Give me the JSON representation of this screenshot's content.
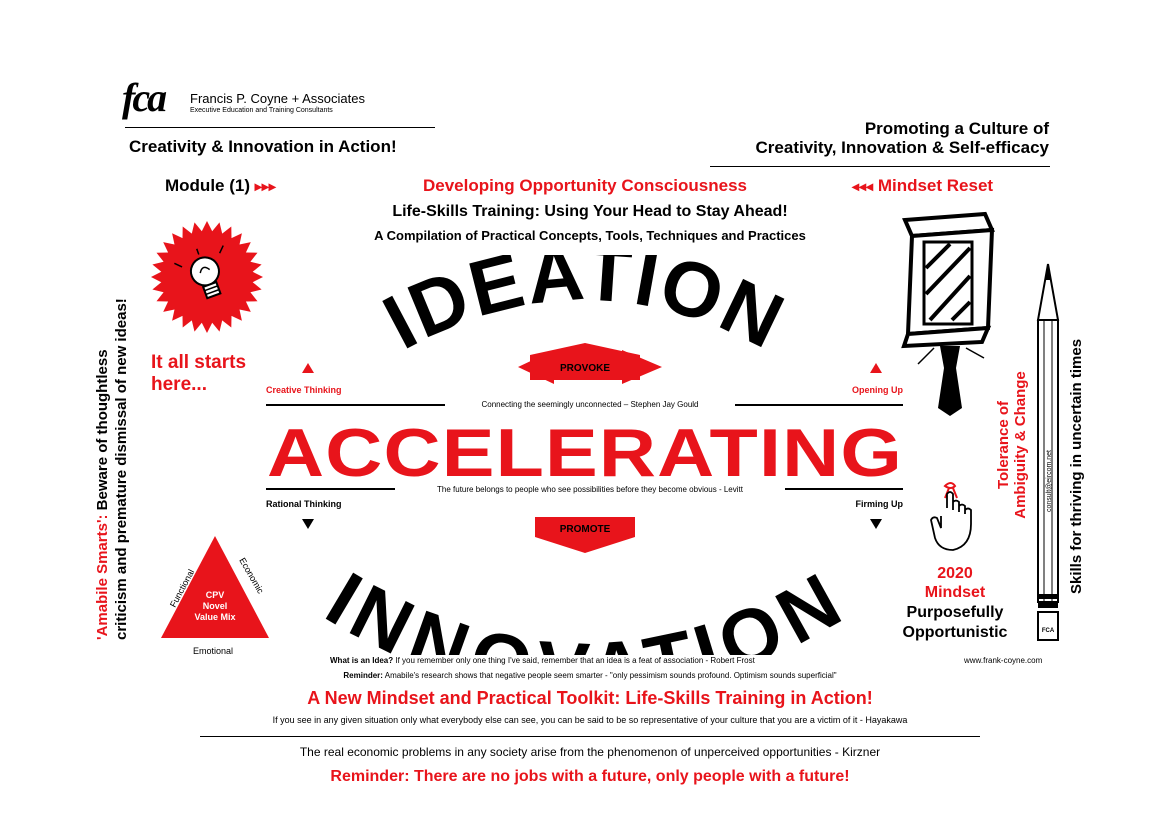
{
  "logo": {
    "mark": "fca",
    "company": "Francis P. Coyne + Associates",
    "tagline": "Executive Education and Training Consultants"
  },
  "header": {
    "left_title": "Creativity & Innovation in Action!",
    "right_line1": "Promoting a Culture of",
    "right_line2": "Creativity, Innovation & Self-efficacy"
  },
  "module": {
    "label": "Module (1)",
    "arrows_right": "▸▸▸",
    "title": "Developing Opportunity Consciousness",
    "arrows_left": "◂◂◂",
    "reset": "Mindset Reset"
  },
  "subtitle1": "Life-Skills Training: Using Your Head to Stay Ahead!",
  "subtitle2": "A Compilation of Practical Concepts, Tools, Techniques and Practices",
  "main": {
    "top_word": "IDEATION",
    "bottom_word": "INNOVATION",
    "center_word": "ACCELERATING",
    "provoke": "PROVOKE",
    "promote": "PROMOTE",
    "creative_thinking": "Creative Thinking",
    "opening_up": "Opening Up",
    "rational_thinking": "Rational Thinking",
    "firming_up": "Firming Up",
    "quote_top": "Connecting the seemingly unconnected – Stephen Jay Gould",
    "quote_bottom": "The future belongs to people who see possibilities before they become obvious - Levitt"
  },
  "left": {
    "starts_line1": "It all starts",
    "starts_line2": "here...",
    "vertical_line1_red": "'Amabile Smarts':",
    "vertical_line1_black": " Beware of thoughtless",
    "vertical_line2": "criticism and premature dismissal of new ideas!",
    "triangle_line1": "CPV",
    "triangle_line2": "Novel",
    "triangle_line3": "Value Mix",
    "tri_left": "Functional",
    "tri_right": "Economic",
    "tri_bottom": "Emotional"
  },
  "right": {
    "tolerance_line1": "Tolerance of",
    "tolerance_line2": "Ambiguity & Change",
    "skills": "Skills for thriving in uncertain times",
    "pencil_text": "consult@eircom.net",
    "pencil_logo": "FCA",
    "year": "2020",
    "mindset": "Mindset",
    "purposefully": "Purposefully",
    "opportunistic": "Opportunistic"
  },
  "footer": {
    "idea_label": "What is an Idea?",
    "idea_text": " If you remember only one thing I've said, remember that an idea is a feat of association - Robert Frost",
    "website": "www.frank-coyne.com",
    "reminder1_label": "Reminder:",
    "reminder1_text": " Amabile's research shows that negative people seem smarter - \"only pessimism sounds profound. Optimism sounds superficial\"",
    "headline": "A New Mindset and Practical Toolkit: Life-Skills Training in Action!",
    "hayakawa": "If you see in any given situation only what everybody else can see, you can be said to be so representative of your culture that you are a victim of it - Hayakawa",
    "kirzner": "The real economic problems in any society arise from the phenomenon of unperceived opportunities - Kirzner",
    "reminder2": "Reminder: There are no jobs with a future, only people with a future!"
  },
  "colors": {
    "accent": "#e8141b",
    "text": "#000000"
  },
  "icons": [
    "lightbulb-icon",
    "starburst-icon",
    "ballot-box-icon",
    "hand-string-icon",
    "pencil-icon",
    "play-arrows-icon"
  ]
}
